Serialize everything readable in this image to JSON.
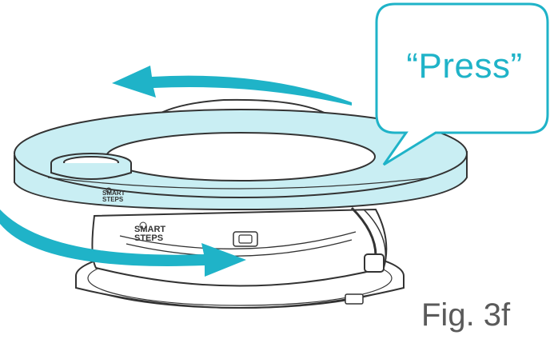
{
  "callout": {
    "text": "“Press”"
  },
  "figure": {
    "label": "Fig. 3f"
  },
  "logos": {
    "tray": {
      "line1": "SMART",
      "line2": "STEPS"
    },
    "base": {
      "line1": "SMART",
      "line2": "STEPS"
    }
  },
  "colors": {
    "accent": "#1fb3c8",
    "tray_fill": "#c9eef3",
    "line": "#333333",
    "label": "#5a5a5a"
  },
  "icons": {
    "rotation_arrows": "rotate-arrow-icon",
    "logo_bulb": "lightbulb-icon"
  }
}
